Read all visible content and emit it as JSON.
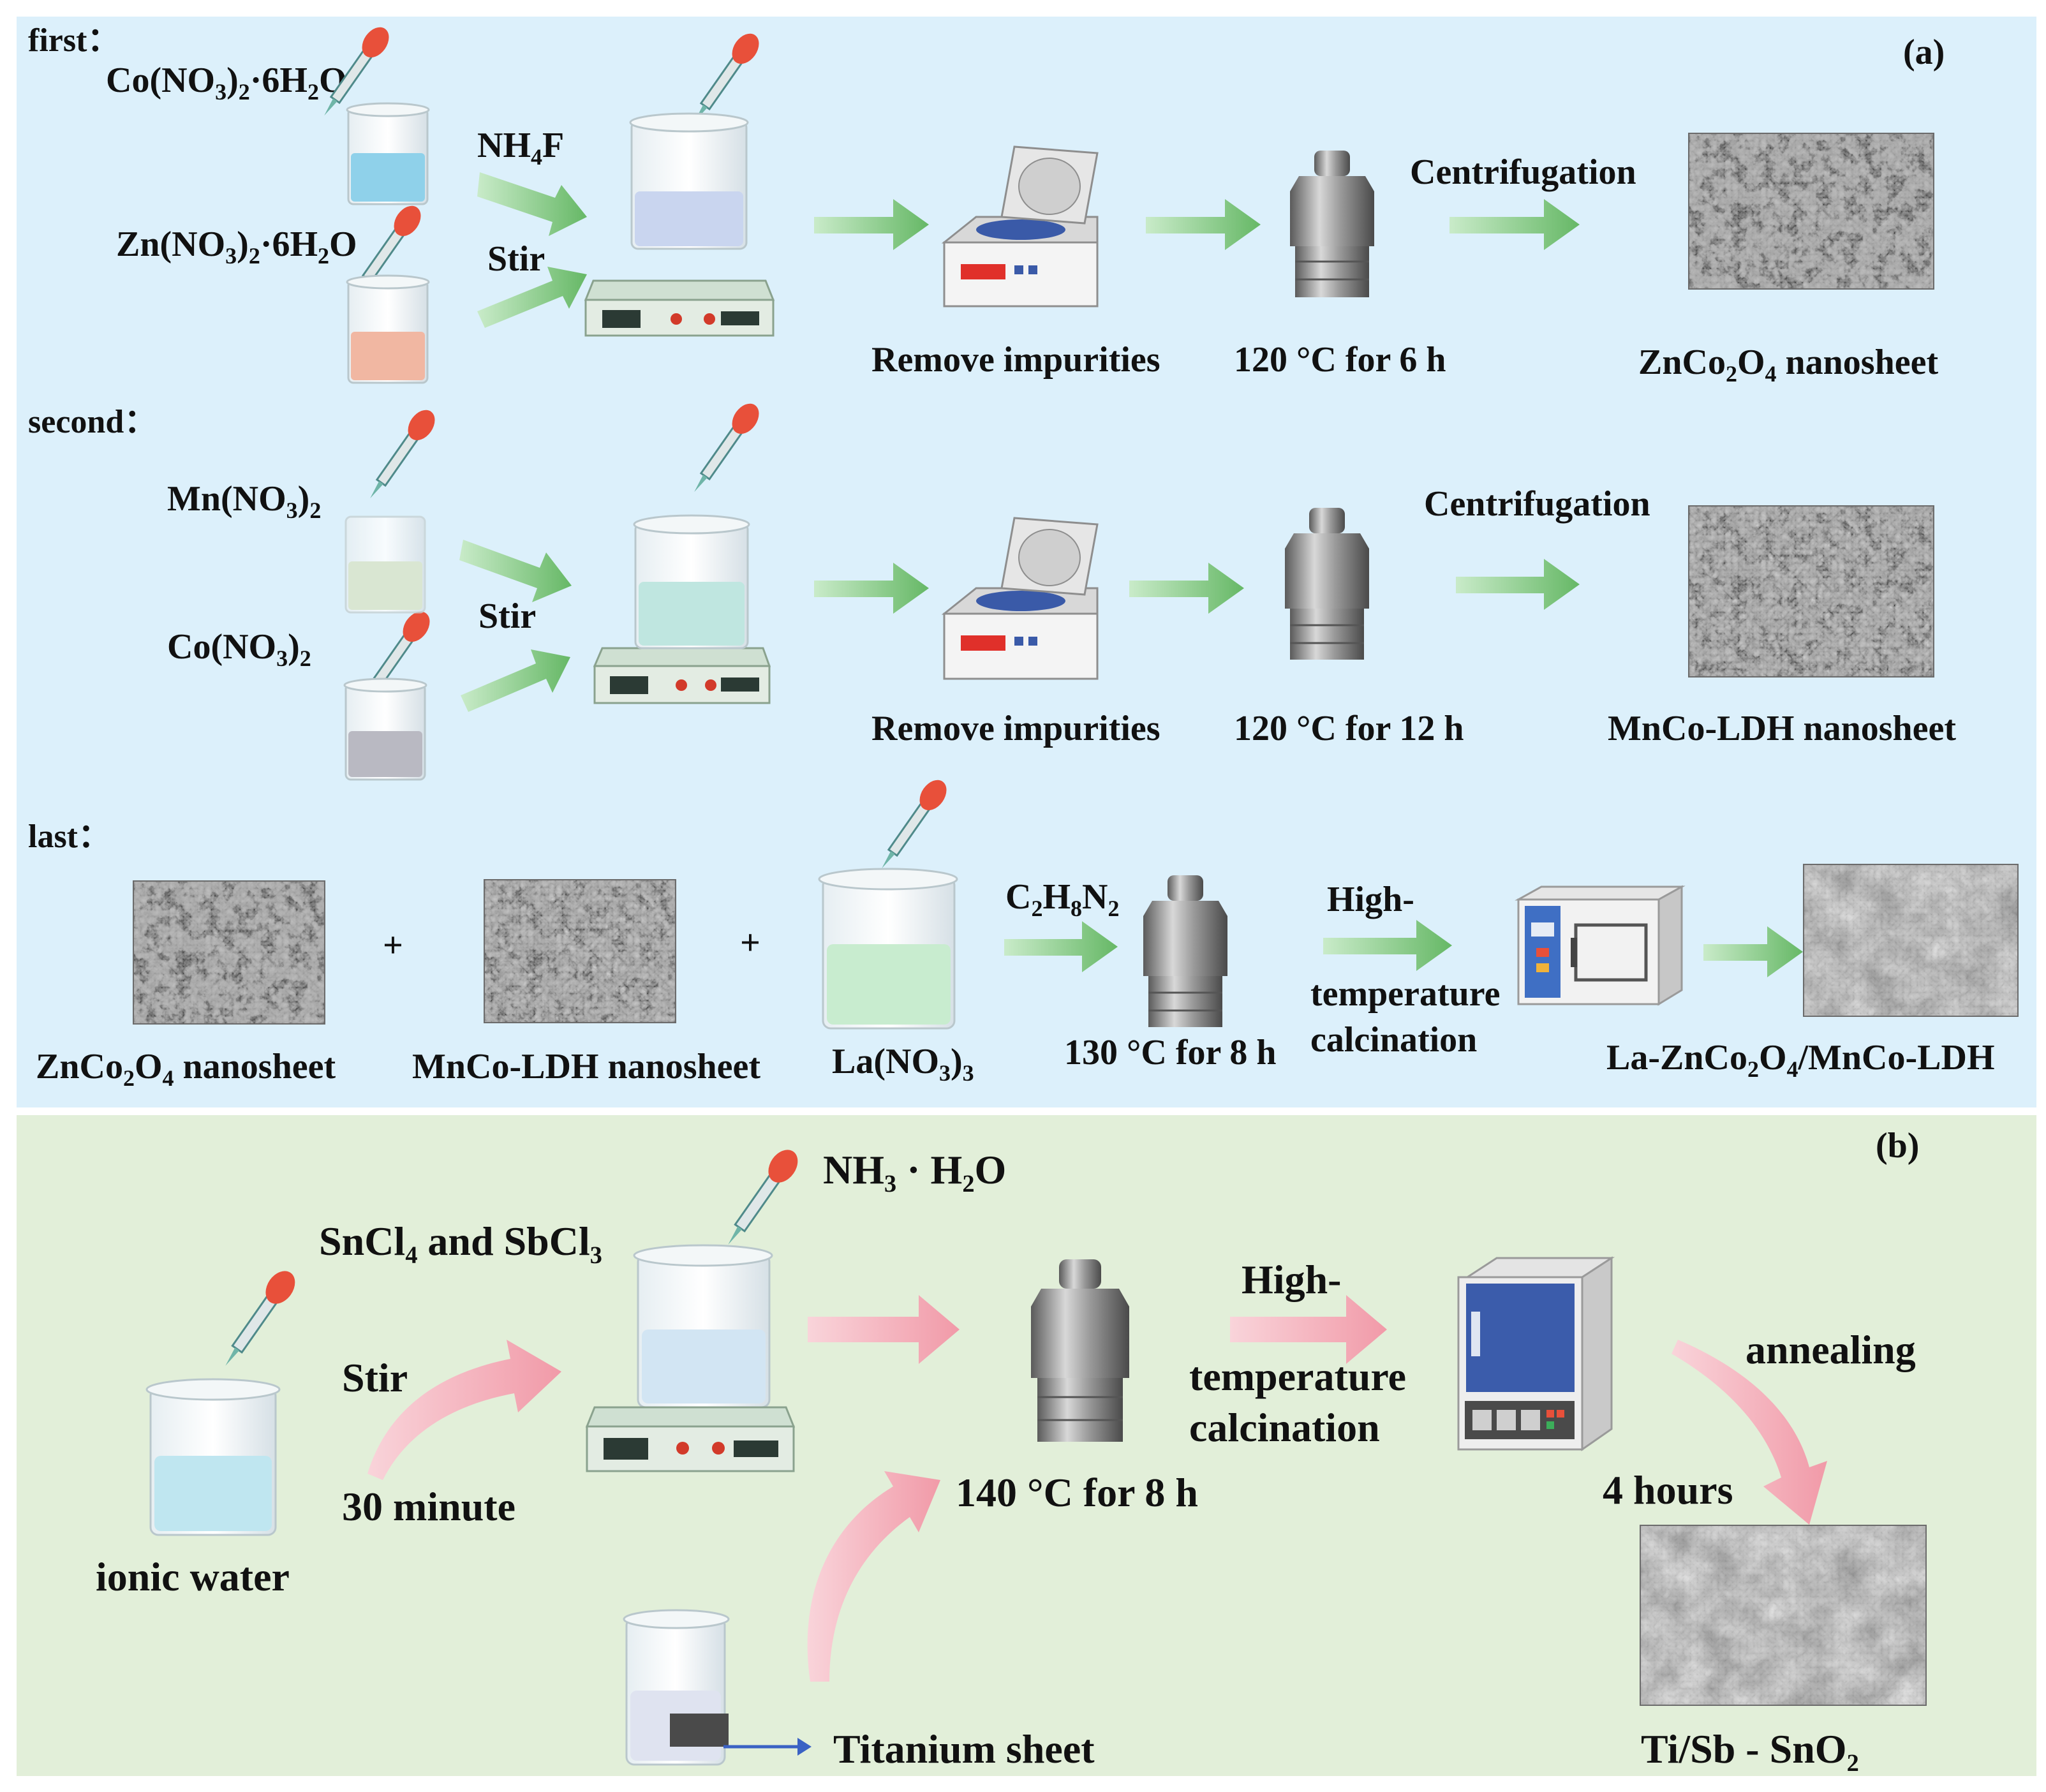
{
  "panel_a": {
    "tag": "(a)",
    "first": {
      "step_label": "first：",
      "reagent1": "Co(NO3)2·6H2O",
      "reagent2": "Zn(NO3)2·6H2O",
      "additive": "NH4F",
      "stir": "Stir",
      "centrifuge_label": "Remove impurities",
      "autoclave_label": "120 °C for 6 h",
      "arrow_label": "Centrifugation",
      "product_label": "ZnCo2O4 nanosheet"
    },
    "second": {
      "step_label": "second：",
      "reagent1": "Mn(NO3)2",
      "reagent2": "Co(NO3)2",
      "stir": "Stir",
      "centrifuge_label": "Remove impurities",
      "autoclave_label": "120 °C for 12 h",
      "arrow_label": "Centrifugation",
      "product_label": "MnCo-LDH nanosheet"
    },
    "last": {
      "step_label": "last：",
      "input1": "ZnCo2O4 nanosheet",
      "plus": "+",
      "input2": "MnCo-LDH nanosheet",
      "input3": "La(NO3)3",
      "additive": "C2H8N2",
      "autoclave_label": "130 °C for 8 h",
      "calc_line1": "High-",
      "calc_line2": "temperature",
      "calc_line3": "calcination",
      "product_label": "La-ZnCo2O4/MnCo-LDH"
    }
  },
  "panel_b": {
    "tag": "(b)",
    "start_label": "ionic water",
    "reagent": "SnCl₄ and SbCl₃",
    "stir": "Stir",
    "time": "30 minute",
    "additive": "NH₃ · H₂O",
    "substrate": "Titanium sheet",
    "autoclave_label": "140 °C for 8 h",
    "calc_line1": "High-",
    "calc_line2": "temperature",
    "calc_line3": "calcination",
    "anneal": "annealing",
    "anneal_time": "4 hours",
    "product_label": "Ti/Sb - SnO₂"
  },
  "colors": {
    "panel_a_bg": "#dcf0fb",
    "panel_b_bg": "#e2efd9",
    "arrow_green": "#7cc47c",
    "arrow_pink": "#f4b6c0",
    "dropper_red": "#e8503a",
    "furnace_blue": "#3b5cab"
  },
  "icons": [
    "dropper-icon",
    "beaker-icon",
    "stirrer-icon",
    "centrifuge-icon",
    "autoclave-icon",
    "oven-icon",
    "muffle-furnace-icon",
    "sem-micrograph"
  ]
}
